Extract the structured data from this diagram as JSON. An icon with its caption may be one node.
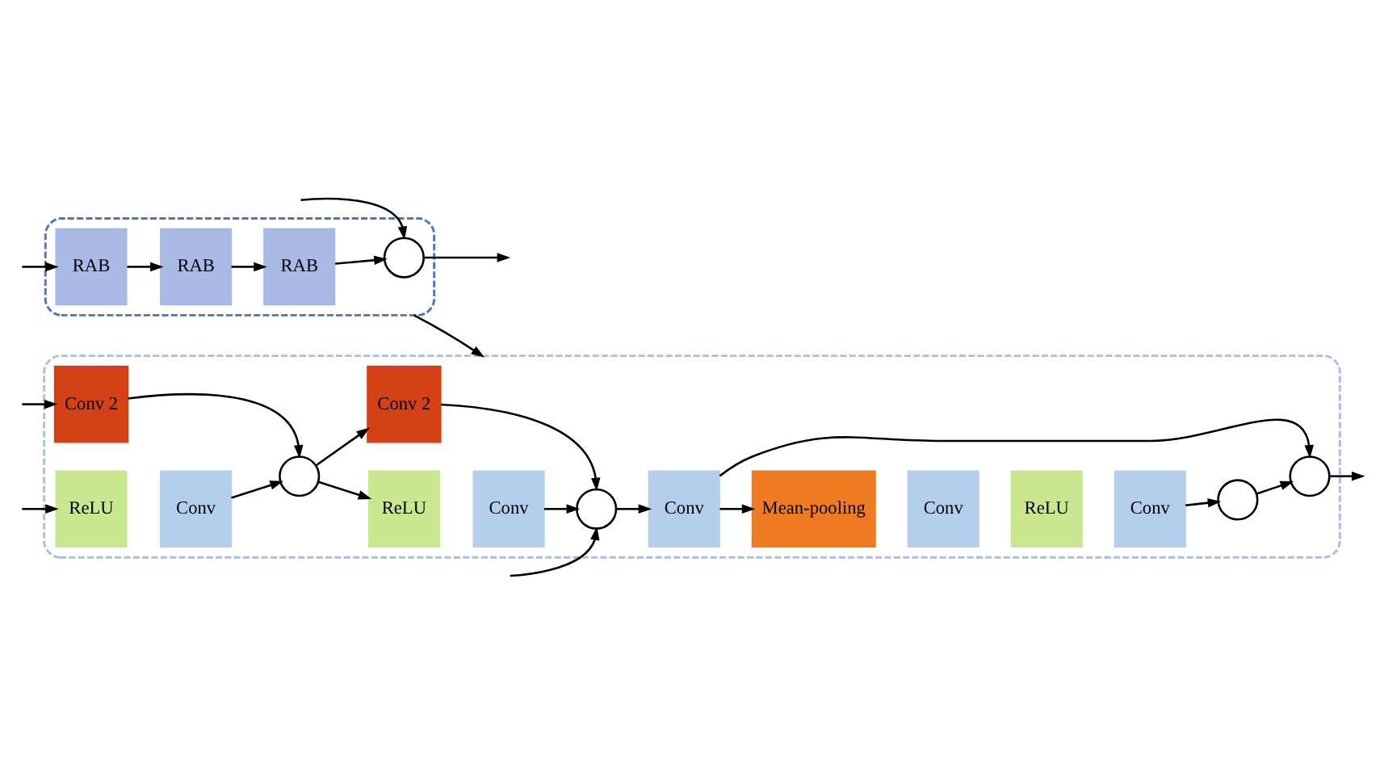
{
  "diagram": {
    "nodes": [
      {
        "text": [],
        "shape": "box"
      },
      {
        "text": [
          "RAB"
        ],
        "in": 0
      },
      {
        "text": [
          "RAB"
        ],
        "in": 0
      },
      {
        "text": [
          "RAB"
        ],
        "in": 0
      },
      {
        "text": [],
        "shape": "circle",
        "in": 0
      },
      {
        "text": [],
        "shape": "box"
      },
      {
        "text": [
          "Conv 2"
        ],
        "in": 5
      },
      {
        "text": [
          "ReLU"
        ],
        "in": 5
      },
      {
        "text": [
          "Conv"
        ],
        "in": 5
      },
      {
        "text": [],
        "shape": "circle",
        "in": 5
      },
      {
        "text": [
          "Conv 2"
        ],
        "in": 5
      },
      {
        "text": [
          "ReLU"
        ],
        "in": 5
      },
      {
        "text": [
          "Conv"
        ],
        "in": 5
      },
      {
        "text": [],
        "shape": "circle",
        "in": 5
      },
      {
        "text": [
          "Conv"
        ],
        "in": 5
      },
      {
        "text": [
          "Mean-pooling"
        ],
        "in": 5
      },
      {
        "text": [
          "Conv"
        ],
        "in": 5
      },
      {
        "text": [
          "ReLU"
        ],
        "in": 5
      },
      {
        "text": [
          "Conv"
        ],
        "in": 5
      },
      {
        "text": [],
        "shape": "circle",
        "in": 5
      },
      {
        "text": [],
        "shape": "circle",
        "in": 5
      }
    ],
    "edges": [
      {
        "from": null,
        "to": 1,
        "arrow": "to"
      },
      {
        "from": 1,
        "to": 2,
        "arrow": "to"
      },
      {
        "from": 2,
        "to": 3,
        "arrow": "to"
      },
      {
        "from": 3,
        "to": 4,
        "arrow": "to"
      },
      {
        "from": null,
        "to": 4,
        "arrow": "to"
      },
      {
        "from": 4,
        "to": null,
        "arrow": "to"
      },
      {
        "from": 0,
        "to": 5,
        "arrow": "to"
      },
      {
        "from": null,
        "to": 7,
        "arrow": "to"
      },
      {
        "from": null,
        "to": 6,
        "arrow": "to"
      },
      {
        "from": null,
        "to": 13,
        "arrow": "to"
      },
      {
        "from": 8,
        "to": 9,
        "arrow": "to"
      },
      {
        "from": 6,
        "to": 9,
        "arrow": "to"
      },
      {
        "from": 9,
        "to": 11,
        "arrow": "to"
      },
      {
        "from": 9,
        "to": 10,
        "arrow": "to"
      },
      {
        "from": 12,
        "to": 13,
        "arrow": "to"
      },
      {
        "from": 10,
        "to": 13,
        "arrow": "to"
      },
      {
        "from": 13,
        "to": 14,
        "arrow": "to"
      },
      {
        "from": 14,
        "to": 15,
        "arrow": "to"
      },
      {
        "from": 14,
        "to": 20,
        "arrow": "to"
      },
      {
        "from": 18,
        "to": 19,
        "arrow": "to"
      },
      {
        "from": 19,
        "to": 20,
        "arrow": "to"
      },
      {
        "from": 20,
        "to": null,
        "arrow": "to"
      }
    ]
  }
}
